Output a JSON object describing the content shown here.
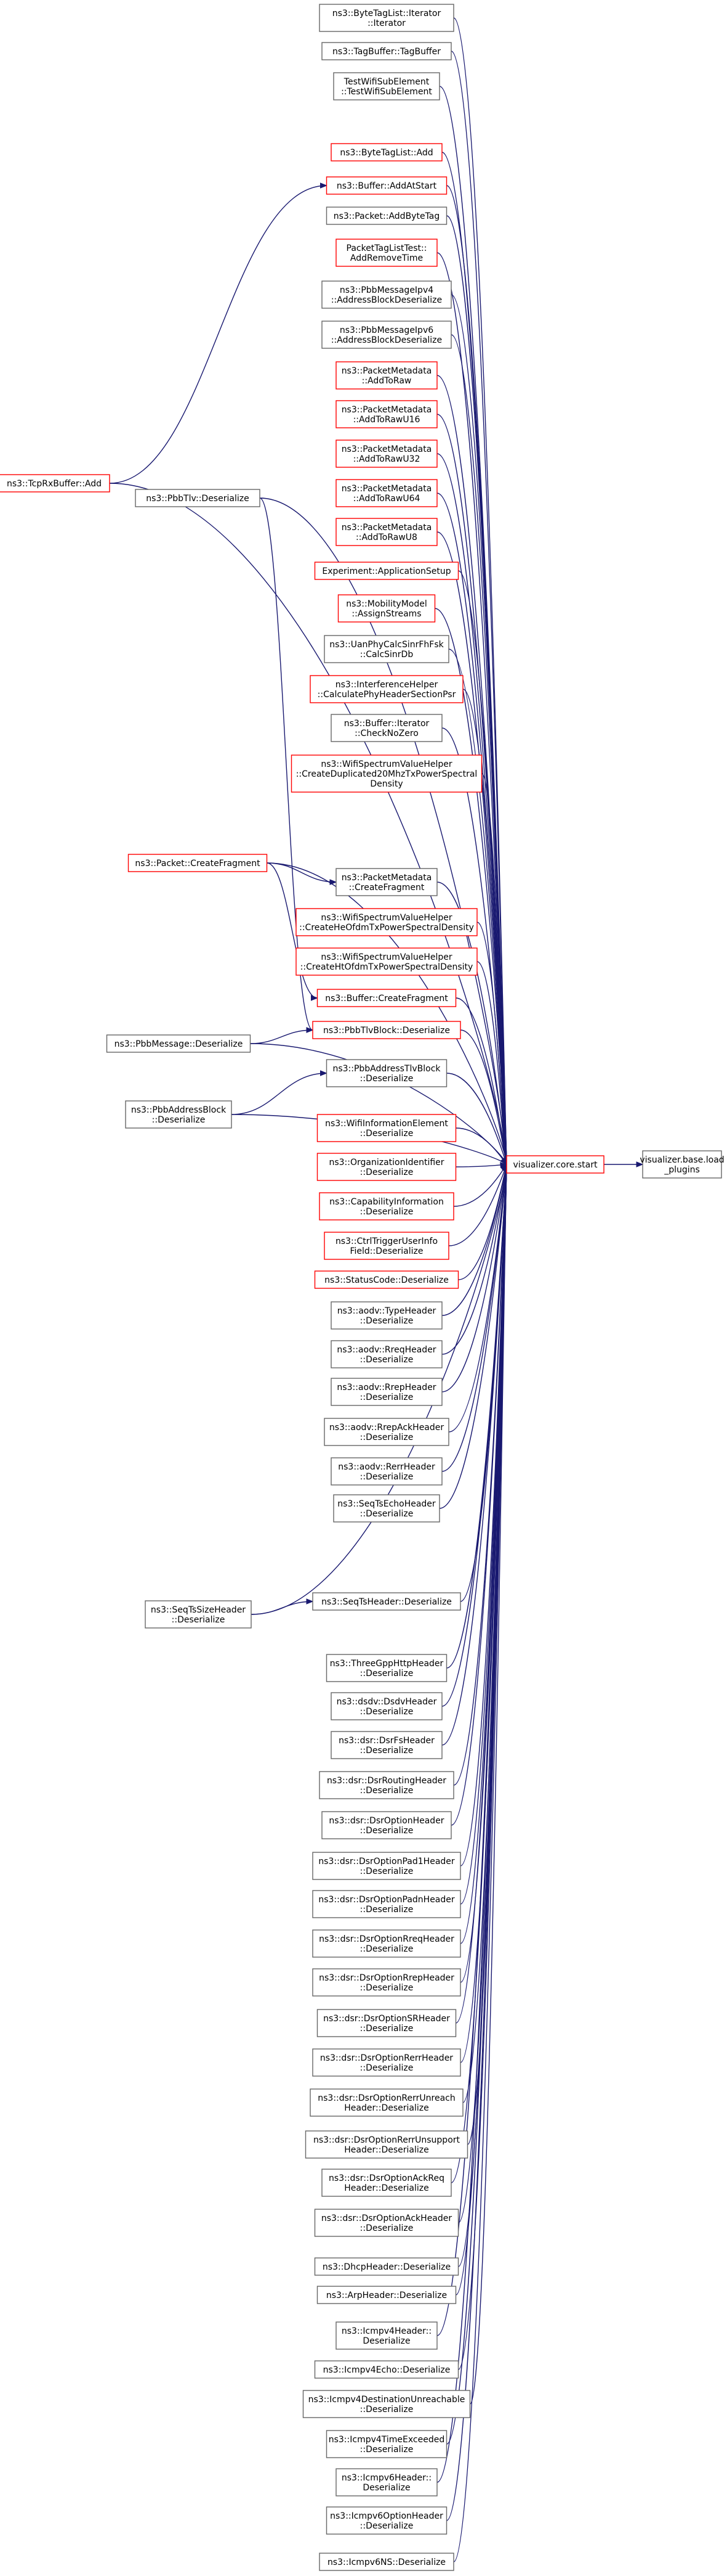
{
  "diagram": {
    "border_colors": {
      "red": "#ff0000",
      "black": "#666666",
      "root_fill": "#999999"
    },
    "root": {
      "id": "root",
      "lines": [
        "visualizer.base.load",
        "_plugins"
      ],
      "border": "black",
      "filled": true
    },
    "hub": {
      "id": "hub",
      "lines": [
        "visualizer.core.start"
      ],
      "border": "red"
    },
    "left_nodes": [
      {
        "id": "tcprx",
        "lines": [
          "ns3::TcpRxBuffer::Add"
        ],
        "border": "red"
      },
      {
        "id": "pbbtlv",
        "lines": [
          "ns3::PbbTlv::Deserialize"
        ],
        "border": "black"
      },
      {
        "id": "pktcf",
        "lines": [
          "ns3::Packet::CreateFragment"
        ],
        "border": "red"
      },
      {
        "id": "pbbmsg",
        "lines": [
          "ns3::PbbMessage::Deserialize"
        ],
        "border": "black"
      },
      {
        "id": "pbbab",
        "lines": [
          "ns3::PbbAddressBlock",
          "::Deserialize"
        ],
        "border": "black"
      },
      {
        "id": "seqts",
        "lines": [
          "ns3::SeqTsSizeHeader",
          "::Deserialize"
        ],
        "border": "black"
      }
    ],
    "column_nodes": [
      {
        "id": "c0",
        "lines": [
          "ns3::ByteTagList::Iterator",
          "::Iterator"
        ],
        "border": "black"
      },
      {
        "id": "c1",
        "lines": [
          "ns3::TagBuffer::TagBuffer"
        ],
        "border": "black"
      },
      {
        "id": "c2",
        "lines": [
          "TestWifiSubElement",
          "::TestWifiSubElement"
        ],
        "border": "black"
      },
      {
        "id": "c3",
        "lines": [
          "ns3::ByteTagList::Add"
        ],
        "border": "red"
      },
      {
        "id": "c4",
        "lines": [
          "ns3::Buffer::AddAtStart"
        ],
        "border": "red"
      },
      {
        "id": "c5",
        "lines": [
          "ns3::Packet::AddByteTag"
        ],
        "border": "black"
      },
      {
        "id": "c6",
        "lines": [
          "PacketTagListTest::",
          "AddRemoveTime"
        ],
        "border": "red"
      },
      {
        "id": "c7",
        "lines": [
          "ns3::PbbMessageIpv4",
          "::AddressBlockDeserialize"
        ],
        "border": "black"
      },
      {
        "id": "c8",
        "lines": [
          "ns3::PbbMessageIpv6",
          "::AddressBlockDeserialize"
        ],
        "border": "black"
      },
      {
        "id": "c9",
        "lines": [
          "ns3::PacketMetadata",
          "::AddToRaw"
        ],
        "border": "red"
      },
      {
        "id": "c10",
        "lines": [
          "ns3::PacketMetadata",
          "::AddToRawU16"
        ],
        "border": "red"
      },
      {
        "id": "c11",
        "lines": [
          "ns3::PacketMetadata",
          "::AddToRawU32"
        ],
        "border": "red"
      },
      {
        "id": "c12",
        "lines": [
          "ns3::PacketMetadata",
          "::AddToRawU64"
        ],
        "border": "red"
      },
      {
        "id": "c13",
        "lines": [
          "ns3::PacketMetadata",
          "::AddToRawU8"
        ],
        "border": "red"
      },
      {
        "id": "c14",
        "lines": [
          "Experiment::ApplicationSetup"
        ],
        "border": "red"
      },
      {
        "id": "c15",
        "lines": [
          "ns3::MobilityModel",
          "::AssignStreams"
        ],
        "border": "red"
      },
      {
        "id": "c16",
        "lines": [
          "ns3::UanPhyCalcSinrFhFsk",
          "::CalcSinrDb"
        ],
        "border": "black"
      },
      {
        "id": "c17",
        "lines": [
          "ns3::InterferenceHelper",
          "::CalculatePhyHeaderSectionPsr"
        ],
        "border": "red"
      },
      {
        "id": "c18",
        "lines": [
          "ns3::Buffer::Iterator",
          "::CheckNoZero"
        ],
        "border": "black"
      },
      {
        "id": "c19",
        "lines": [
          "ns3::WifiSpectrumValueHelper",
          "::CreateDuplicated20MhzTxPowerSpectral",
          "Density"
        ],
        "border": "red"
      },
      {
        "id": "c20",
        "lines": [
          "ns3::PacketMetadata",
          "::CreateFragment"
        ],
        "border": "black"
      },
      {
        "id": "c21",
        "lines": [
          "ns3::WifiSpectrumValueHelper",
          "::CreateHeOfdmTxPowerSpectralDensity"
        ],
        "border": "red"
      },
      {
        "id": "c22",
        "lines": [
          "ns3::WifiSpectrumValueHelper",
          "::CreateHtOfdmTxPowerSpectralDensity"
        ],
        "border": "red"
      },
      {
        "id": "c23",
        "lines": [
          "ns3::Buffer::CreateFragment"
        ],
        "border": "red"
      },
      {
        "id": "c24",
        "lines": [
          "ns3::PbbTlvBlock::Deserialize"
        ],
        "border": "red"
      },
      {
        "id": "c25",
        "lines": [
          "ns3::PbbAddressTlvBlock",
          "::Deserialize"
        ],
        "border": "black"
      },
      {
        "id": "c26",
        "lines": [
          "ns3::WifiInformationElement",
          "::Deserialize"
        ],
        "border": "red"
      },
      {
        "id": "c27",
        "lines": [
          "ns3::OrganizationIdentifier",
          "::Deserialize"
        ],
        "border": "red"
      },
      {
        "id": "c28",
        "lines": [
          "ns3::CapabilityInformation",
          "::Deserialize"
        ],
        "border": "red"
      },
      {
        "id": "c29",
        "lines": [
          "ns3::CtrlTriggerUserInfo",
          "Field::Deserialize"
        ],
        "border": "red"
      },
      {
        "id": "c30",
        "lines": [
          "ns3::StatusCode::Deserialize"
        ],
        "border": "red"
      },
      {
        "id": "c31",
        "lines": [
          "ns3::aodv::TypeHeader",
          "::Deserialize"
        ],
        "border": "black"
      },
      {
        "id": "c32",
        "lines": [
          "ns3::aodv::RreqHeader",
          "::Deserialize"
        ],
        "border": "black"
      },
      {
        "id": "c33",
        "lines": [
          "ns3::aodv::RrepHeader",
          "::Deserialize"
        ],
        "border": "black"
      },
      {
        "id": "c34",
        "lines": [
          "ns3::aodv::RrepAckHeader",
          "::Deserialize"
        ],
        "border": "black"
      },
      {
        "id": "c35",
        "lines": [
          "ns3::aodv::RerrHeader",
          "::Deserialize"
        ],
        "border": "black"
      },
      {
        "id": "c36",
        "lines": [
          "ns3::SeqTsEchoHeader",
          "::Deserialize"
        ],
        "border": "black"
      },
      {
        "id": "c37",
        "lines": [
          "ns3::SeqTsHeader::Deserialize"
        ],
        "border": "black"
      },
      {
        "id": "c38",
        "lines": [
          "ns3::ThreeGppHttpHeader",
          "::Deserialize"
        ],
        "border": "black"
      },
      {
        "id": "c39",
        "lines": [
          "ns3::dsdv::DsdvHeader",
          "::Deserialize"
        ],
        "border": "black"
      },
      {
        "id": "c40",
        "lines": [
          "ns3::dsr::DsrFsHeader",
          "::Deserialize"
        ],
        "border": "black"
      },
      {
        "id": "c41",
        "lines": [
          "ns3::dsr::DsrRoutingHeader",
          "::Deserialize"
        ],
        "border": "black"
      },
      {
        "id": "c42",
        "lines": [
          "ns3::dsr::DsrOptionHeader",
          "::Deserialize"
        ],
        "border": "black"
      },
      {
        "id": "c43",
        "lines": [
          "ns3::dsr::DsrOptionPad1Header",
          "::Deserialize"
        ],
        "border": "black"
      },
      {
        "id": "c44",
        "lines": [
          "ns3::dsr::DsrOptionPadnHeader",
          "::Deserialize"
        ],
        "border": "black"
      },
      {
        "id": "c45",
        "lines": [
          "ns3::dsr::DsrOptionRreqHeader",
          "::Deserialize"
        ],
        "border": "black"
      },
      {
        "id": "c46",
        "lines": [
          "ns3::dsr::DsrOptionRrepHeader",
          "::Deserialize"
        ],
        "border": "black"
      },
      {
        "id": "c47",
        "lines": [
          "ns3::dsr::DsrOptionSRHeader",
          "::Deserialize"
        ],
        "border": "black"
      },
      {
        "id": "c48",
        "lines": [
          "ns3::dsr::DsrOptionRerrHeader",
          "::Deserialize"
        ],
        "border": "black"
      },
      {
        "id": "c49",
        "lines": [
          "ns3::dsr::DsrOptionRerrUnreach",
          "Header::Deserialize"
        ],
        "border": "black"
      },
      {
        "id": "c50",
        "lines": [
          "ns3::dsr::DsrOptionRerrUnsupport",
          "Header::Deserialize"
        ],
        "border": "black"
      },
      {
        "id": "c51",
        "lines": [
          "ns3::dsr::DsrOptionAckReq",
          "Header::Deserialize"
        ],
        "border": "black"
      },
      {
        "id": "c52",
        "lines": [
          "ns3::dsr::DsrOptionAckHeader",
          "::Deserialize"
        ],
        "border": "black"
      },
      {
        "id": "c53",
        "lines": [
          "ns3::DhcpHeader::Deserialize"
        ],
        "border": "black"
      },
      {
        "id": "c54",
        "lines": [
          "ns3::ArpHeader::Deserialize"
        ],
        "border": "black"
      },
      {
        "id": "c55",
        "lines": [
          "ns3::Icmpv4Header::",
          "Deserialize"
        ],
        "border": "black"
      },
      {
        "id": "c56",
        "lines": [
          "ns3::Icmpv4Echo::Deserialize"
        ],
        "border": "black"
      },
      {
        "id": "c57",
        "lines": [
          "ns3::Icmpv4DestinationUnreachable",
          "::Deserialize"
        ],
        "border": "black"
      },
      {
        "id": "c58",
        "lines": [
          "ns3::Icmpv4TimeExceeded",
          "::Deserialize"
        ],
        "border": "black"
      },
      {
        "id": "c59",
        "lines": [
          "ns3::Icmpv6Header::",
          "Deserialize"
        ],
        "border": "black"
      },
      {
        "id": "c60",
        "lines": [
          "ns3::Icmpv6OptionHeader",
          "::Deserialize"
        ],
        "border": "black"
      },
      {
        "id": "c61",
        "lines": [
          "ns3::Icmpv6NS::Deserialize"
        ],
        "border": "black"
      }
    ],
    "edges": [
      [
        "hub",
        "root"
      ],
      [
        "c0",
        "hub"
      ],
      [
        "c1",
        "hub"
      ],
      [
        "c2",
        "hub"
      ],
      [
        "c3",
        "hub"
      ],
      [
        "c4",
        "hub"
      ],
      [
        "c5",
        "hub"
      ],
      [
        "c6",
        "hub"
      ],
      [
        "c7",
        "hub"
      ],
      [
        "c8",
        "hub"
      ],
      [
        "c9",
        "hub"
      ],
      [
        "c10",
        "hub"
      ],
      [
        "c11",
        "hub"
      ],
      [
        "c12",
        "hub"
      ],
      [
        "c13",
        "hub"
      ],
      [
        "c14",
        "hub"
      ],
      [
        "c15",
        "hub"
      ],
      [
        "c16",
        "hub"
      ],
      [
        "c17",
        "hub"
      ],
      [
        "c18",
        "hub"
      ],
      [
        "c19",
        "hub"
      ],
      [
        "c20",
        "hub"
      ],
      [
        "c21",
        "hub"
      ],
      [
        "c22",
        "hub"
      ],
      [
        "c23",
        "hub"
      ],
      [
        "c24",
        "hub"
      ],
      [
        "c25",
        "hub"
      ],
      [
        "c26",
        "hub"
      ],
      [
        "c27",
        "hub"
      ],
      [
        "c28",
        "hub"
      ],
      [
        "c29",
        "hub"
      ],
      [
        "c30",
        "hub"
      ],
      [
        "c31",
        "hub"
      ],
      [
        "c32",
        "hub"
      ],
      [
        "c33",
        "hub"
      ],
      [
        "c34",
        "hub"
      ],
      [
        "c35",
        "hub"
      ],
      [
        "c36",
        "hub"
      ],
      [
        "c37",
        "hub"
      ],
      [
        "c38",
        "hub"
      ],
      [
        "c39",
        "hub"
      ],
      [
        "c40",
        "hub"
      ],
      [
        "c41",
        "hub"
      ],
      [
        "c42",
        "hub"
      ],
      [
        "c43",
        "hub"
      ],
      [
        "c44",
        "hub"
      ],
      [
        "c45",
        "hub"
      ],
      [
        "c46",
        "hub"
      ],
      [
        "c47",
        "hub"
      ],
      [
        "c48",
        "hub"
      ],
      [
        "c49",
        "hub"
      ],
      [
        "c50",
        "hub"
      ],
      [
        "c51",
        "hub"
      ],
      [
        "c52",
        "hub"
      ],
      [
        "c53",
        "hub"
      ],
      [
        "c54",
        "hub"
      ],
      [
        "c55",
        "hub"
      ],
      [
        "c56",
        "hub"
      ],
      [
        "c57",
        "hub"
      ],
      [
        "c58",
        "hub"
      ],
      [
        "c59",
        "hub"
      ],
      [
        "c60",
        "hub"
      ],
      [
        "c61",
        "hub"
      ],
      [
        "tcprx",
        "hub"
      ],
      [
        "pbbtlv",
        "hub"
      ],
      [
        "pktcf",
        "hub"
      ],
      [
        "pbbmsg",
        "hub"
      ],
      [
        "pbbab",
        "hub"
      ],
      [
        "seqts",
        "hub"
      ],
      [
        "tcprx",
        "c4"
      ],
      [
        "pbbtlv",
        "c24"
      ],
      [
        "pktcf",
        "c20"
      ],
      [
        "pktcf",
        "c23"
      ],
      [
        "pbbmsg",
        "c24"
      ],
      [
        "pbbab",
        "c25"
      ],
      [
        "seqts",
        "c37"
      ]
    ]
  }
}
